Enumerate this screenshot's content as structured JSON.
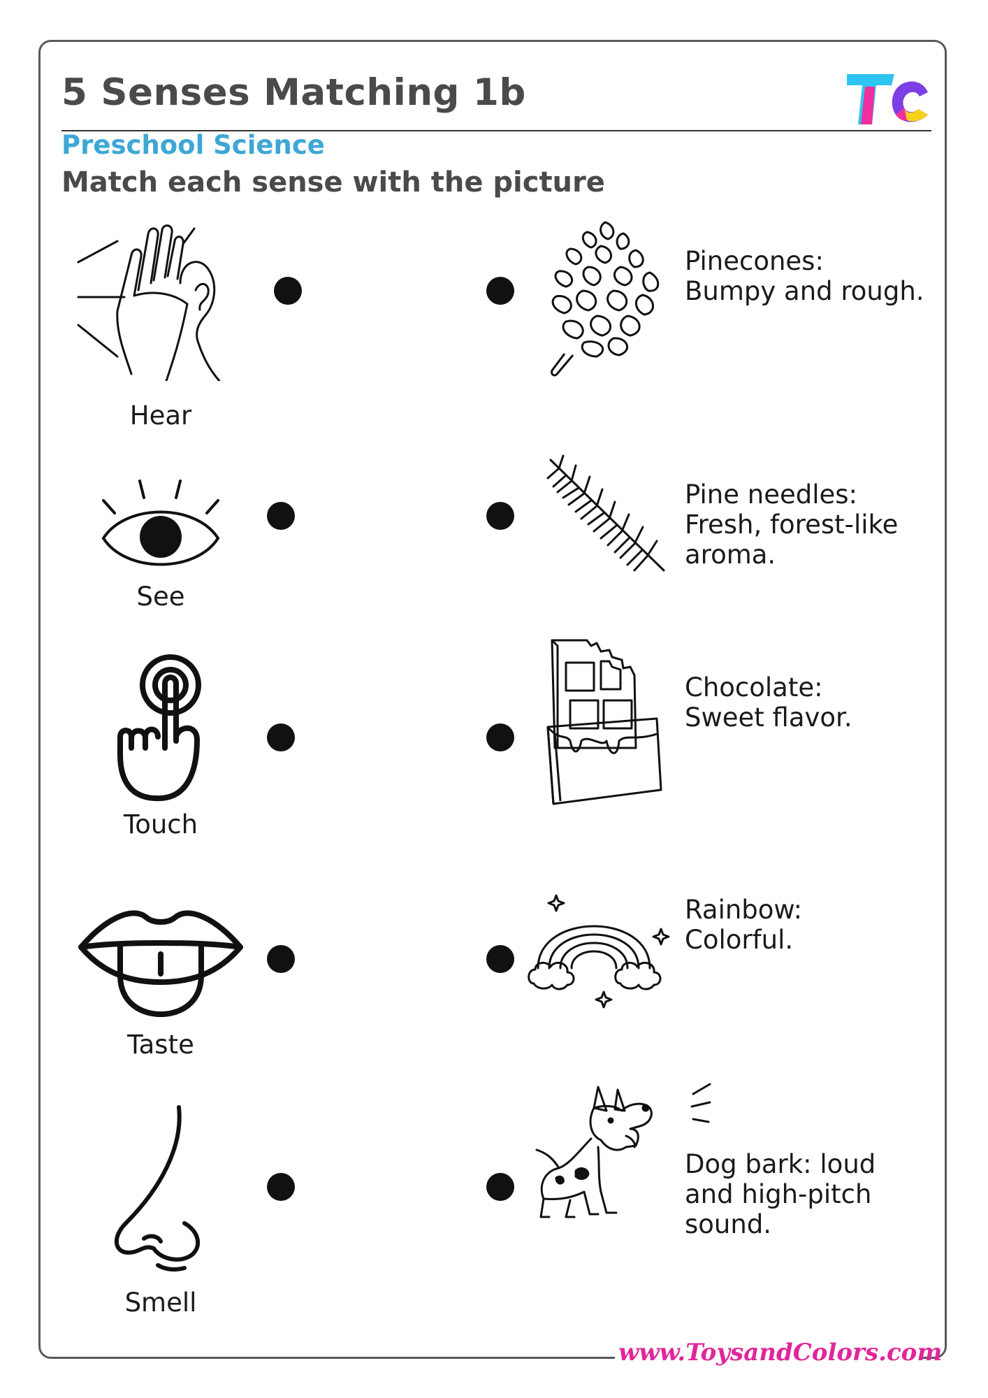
{
  "header": {
    "title": "5 Senses Matching 1b",
    "subtitle": "Preschool Science",
    "instruction": "Match each sense with the picture",
    "logo": {
      "text": "TC",
      "colors": [
        "#2ec4f0",
        "#f02fa0",
        "#f7d21a",
        "#7b3fe4"
      ]
    }
  },
  "senses": [
    {
      "label": "Hear",
      "icon": "ear-hand-icon"
    },
    {
      "label": "See",
      "icon": "eye-icon"
    },
    {
      "label": "Touch",
      "icon": "finger-touch-icon"
    },
    {
      "label": "Taste",
      "icon": "tongue-lips-icon"
    },
    {
      "label": "Smell",
      "icon": "nose-icon"
    }
  ],
  "items": [
    {
      "icon": "pinecone-icon",
      "lines": [
        "Pinecones:",
        "Bumpy and rough."
      ]
    },
    {
      "icon": "pine-needles-icon",
      "lines": [
        "Pine needles:",
        "Fresh, forest-like",
        "aroma."
      ]
    },
    {
      "icon": "chocolate-bar-icon",
      "lines": [
        "Chocolate:",
        "Sweet flavor."
      ]
    },
    {
      "icon": "rainbow-icon",
      "lines": [
        "Rainbow:",
        "Colorful."
      ]
    },
    {
      "icon": "barking-dog-icon",
      "lines": [
        "Dog bark: loud",
        "and high-pitch",
        "sound."
      ]
    }
  ],
  "footer": {
    "url": "www.ToysandColors.com"
  }
}
